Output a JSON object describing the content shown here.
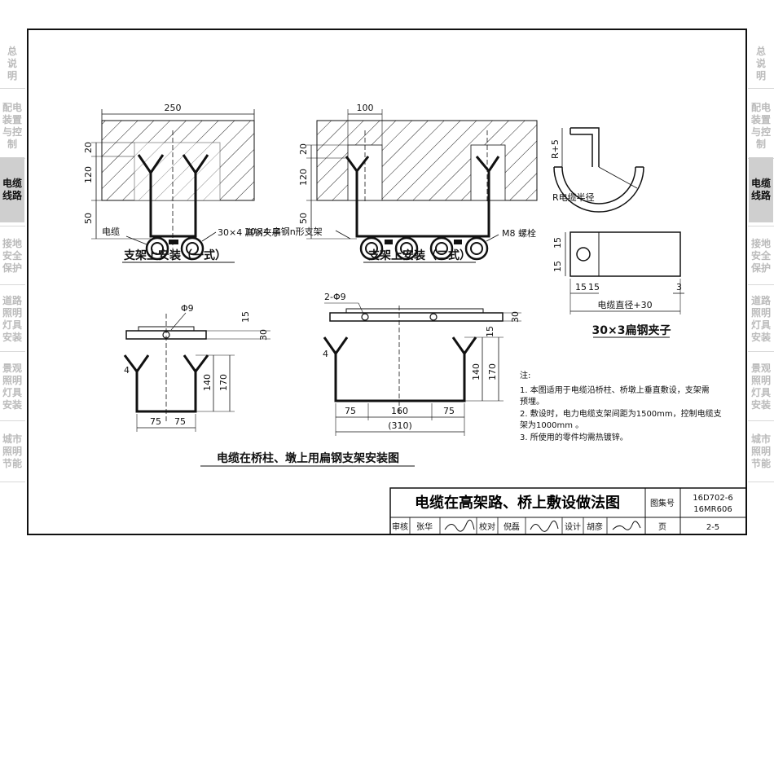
{
  "left_tabs": [
    {
      "lines": [
        "总",
        "说",
        "明"
      ],
      "active": false
    },
    {
      "lines": [
        "配电",
        "装置",
        "与控",
        "制"
      ],
      "active": false
    },
    {
      "lines": [
        "电缆",
        "线路"
      ],
      "active": true
    },
    {
      "lines": [
        "接地",
        "安全",
        "保护"
      ],
      "active": false
    },
    {
      "lines": [
        "道路",
        "照明",
        "灯具",
        "安装"
      ],
      "active": false
    },
    {
      "lines": [
        "景观",
        "照明",
        "灯具",
        "安装"
      ],
      "active": false
    },
    {
      "lines": [
        "城市",
        "照明",
        "节能"
      ],
      "active": false
    }
  ],
  "right_tabs": [
    {
      "lines": [
        "总",
        "说",
        "明"
      ],
      "active": false
    },
    {
      "lines": [
        "配电",
        "装置",
        "与控",
        "制"
      ],
      "active": false
    },
    {
      "lines": [
        "电缆",
        "线路"
      ],
      "active": true
    },
    {
      "lines": [
        "接地",
        "安全",
        "保护"
      ],
      "active": false
    },
    {
      "lines": [
        "道路",
        "照明",
        "灯具",
        "安装"
      ],
      "active": false
    },
    {
      "lines": [
        "景观",
        "照明",
        "灯具",
        "安装"
      ],
      "active": false
    },
    {
      "lines": [
        "城市",
        "照明",
        "节能"
      ],
      "active": false
    }
  ],
  "fig1": {
    "dim_top": "250",
    "dim_20": "20",
    "dim_120": "120",
    "dim_50": "50",
    "label_clip": "30×4 扁钢夹子",
    "label_cable": "电缆",
    "caption": "支架上安装（一式）"
  },
  "fig2": {
    "dim_top": "100",
    "dim_20": "20",
    "dim_120": "120",
    "dim_50": "50",
    "label_bracket": "30×4 扁钢n形支架",
    "label_bolt": "M8 螺栓",
    "caption": "支架上安装（二式）"
  },
  "fig3": {
    "label_r5": "R+5",
    "label_radius": "R电缆半径",
    "dim_15a": "15",
    "dim_15b": "15",
    "dim_15c": "15",
    "dim_15d": "15",
    "dim_3": "3",
    "dim_width": "电缆直径+30",
    "caption": "30×3扁钢夹子"
  },
  "fig4": {
    "hole": "Φ9",
    "dim_15": "15",
    "dim_30": "30",
    "dim_4": "4",
    "dim_140": "140",
    "dim_170": "170",
    "dim_75a": "75",
    "dim_75b": "75"
  },
  "fig5": {
    "hole": "2-Φ9",
    "dim_30": "30",
    "dim_15": "15",
    "dim_4": "4",
    "dim_140": "140",
    "dim_170": "170",
    "dim_75a": "75",
    "dim_160": "160",
    "dim_75b": "75",
    "dim_310": "(310)"
  },
  "main_caption": "电缆在桥柱、墩上用扁钢支架安装图",
  "notes": {
    "heading": "注:",
    "items": [
      "1. 本图适用于电缆沿桥柱、桥墩上垂直敷设，支架需",
      "   预埋。",
      "2. 敷设时，电力电缆支架间距为1500mm，控制电缆支",
      "   架为1000mm 。",
      "3. 所使用的零件均需热镀锌。"
    ]
  },
  "title_block": {
    "title": "电缆在高架路、桥上敷设做法图",
    "atlas_label": "图集号",
    "atlas_no_1": "16D702-6",
    "atlas_no_2": "16MR606",
    "review_label": "审核",
    "reviewer": "张华",
    "check_label": "校对",
    "checker": "倪磊",
    "design_label": "设计",
    "designer": "胡彦",
    "page_label": "页",
    "page_no": "2-5"
  }
}
